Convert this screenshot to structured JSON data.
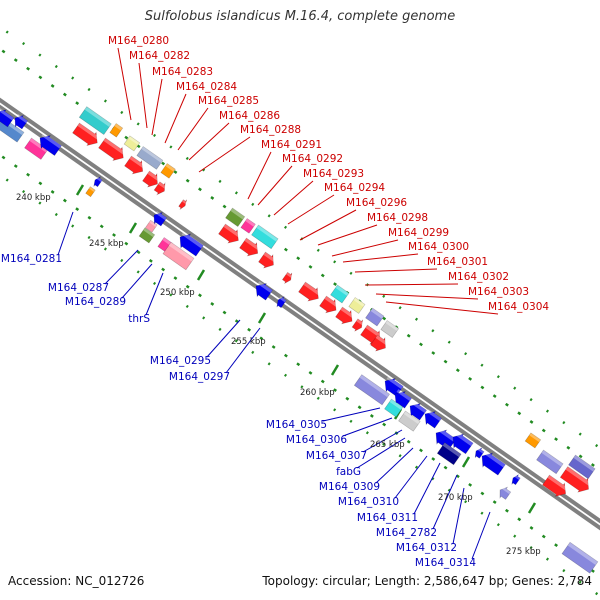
{
  "title": "Sulfolobus islandicus M.16.4, complete genome",
  "footer": {
    "accession": "Accession: NC_012726",
    "summary": "Topology: circular; Length: 2,586,647 bp; Genes: 2,784"
  },
  "colors": {
    "forward_label": "#cc0000",
    "reverse_label": "#0000bb",
    "backbone": "#808080",
    "tick": "#228b22"
  },
  "kbp_labels": [
    "240 kbp",
    "245 kbp",
    "250 kbp",
    "255 kbp",
    "260 kbp",
    "265 kbp",
    "270 kbp",
    "275 kbp"
  ],
  "forward_genes": [
    "M164_0280",
    "M164_0282",
    "M164_0283",
    "M164_0284",
    "M164_0285",
    "M164_0286",
    "M164_0288",
    "M164_0291",
    "M164_0292",
    "M164_0293",
    "M164_0294",
    "M164_0296",
    "M164_0298",
    "M164_0299",
    "M164_0300",
    "M164_0301",
    "M164_0302",
    "M164_0303",
    "M164_0304"
  ],
  "reverse_genes": [
    "M164_0281",
    "M164_0287",
    "M164_0289",
    "thrS",
    "M164_0295",
    "M164_0297",
    "M164_0305",
    "M164_0306",
    "M164_0307",
    "fabG",
    "M164_0309",
    "M164_0310",
    "M164_0311",
    "M164_2782",
    "M164_0312",
    "M164_0314"
  ]
}
